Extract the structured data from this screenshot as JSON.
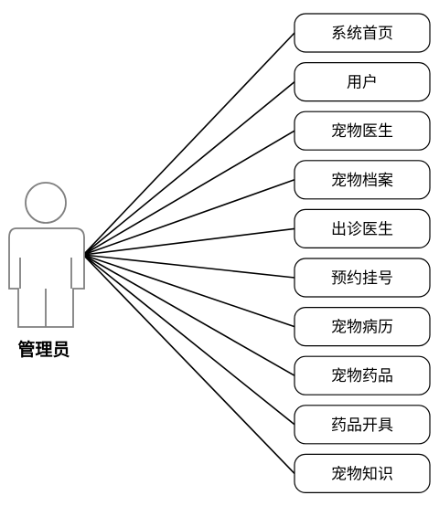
{
  "actor": {
    "label": "管理员"
  },
  "use_cases": [
    {
      "label": "系统首页"
    },
    {
      "label": "用户"
    },
    {
      "label": "宠物医生"
    },
    {
      "label": "宠物档案"
    },
    {
      "label": "出诊医生"
    },
    {
      "label": "预约挂号"
    },
    {
      "label": "宠物病历"
    },
    {
      "label": "宠物药品"
    },
    {
      "label": "药品开具"
    },
    {
      "label": "宠物知识"
    }
  ],
  "colors": {
    "line": "#000000",
    "box_border": "#000000",
    "actor_outline": "#7f7f7f",
    "background": "#ffffff"
  }
}
